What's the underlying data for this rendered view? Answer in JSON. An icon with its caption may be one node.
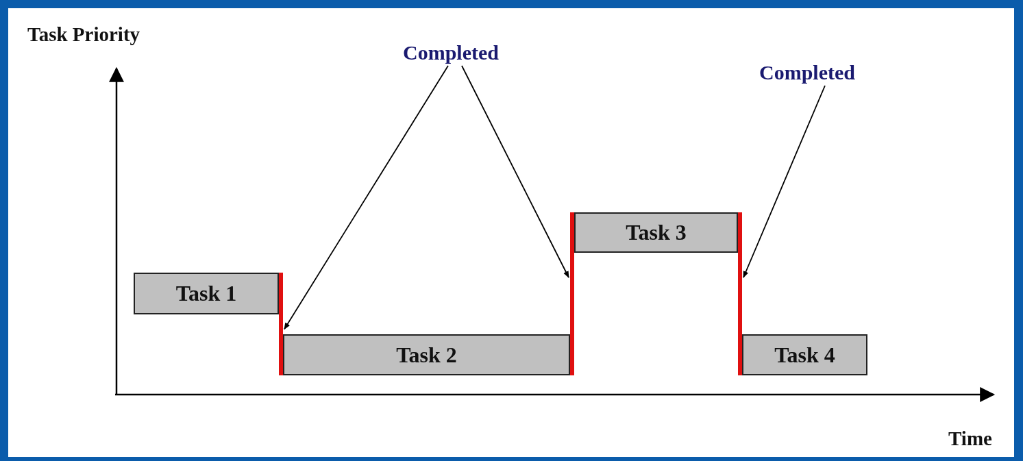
{
  "diagram": {
    "nodes": [
      {
        "text": [
          "Completed"
        ]
      },
      {
        "text": [
          "Completed"
        ]
      },
      {
        "text": [
          "Task 1"
        ]
      },
      {
        "text": [
          "Task 2"
        ]
      },
      {
        "text": [
          "Task 3"
        ]
      },
      {
        "text": [
          "Task 4"
        ]
      },
      {
        "text": [],
        "shape": "bar"
      },
      {
        "text": [],
        "shape": "bar"
      },
      {
        "text": [],
        "shape": "bar"
      }
    ],
    "edges": [
      {
        "from": 0,
        "to": 6,
        "arrow": "to"
      },
      {
        "from": 0,
        "to": 7,
        "arrow": "to"
      },
      {
        "from": 1,
        "to": 8,
        "arrow": "to"
      }
    ],
    "labels": [
      "Task Priority",
      "Time"
    ]
  }
}
